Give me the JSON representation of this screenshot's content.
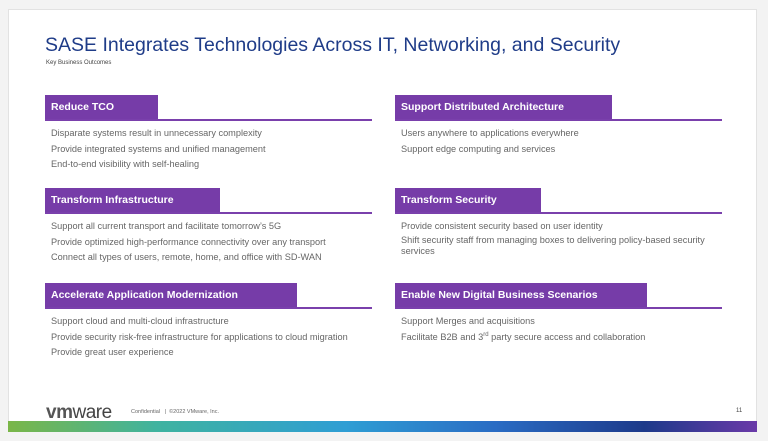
{
  "title": "SASE Integrates Technologies Across IT, Networking, and Security",
  "subtitle": "Key Business Outcomes",
  "sections": [
    {
      "heading": "Reduce TCO",
      "items": [
        "Disparate systems result in unnecessary complexity",
        "Provide integrated systems and unified management",
        "End-to-end visibility with self-healing"
      ]
    },
    {
      "heading": "Support Distributed Architecture",
      "items": [
        "Users anywhere to applications everywhere",
        "Support edge computing and services"
      ]
    },
    {
      "heading": "Transform Infrastructure",
      "items": [
        "Support all current  transport and facilitate tomorrow’s 5G",
        "Provide optimized high-performance connectivity over any transport",
        "Connect all types of users, remote, home, and office with SD-WAN"
      ]
    },
    {
      "heading": "Transform Security",
      "items": [
        "Provide consistent security based on user identity",
        "Shift security staff from managing boxes to delivering policy-based security",
        "services"
      ]
    },
    {
      "heading": "Accelerate Application Modernization",
      "items": [
        "Support cloud and multi-cloud infrastructure",
        "Provide security risk-free infrastructure for applications to cloud migration",
        "Provide great user experience"
      ]
    },
    {
      "heading": "Enable New Digital Business Scenarios",
      "items": [
        "Support Merges and acquisitions"
      ],
      "item_b2b": {
        "pre": "Facilitate B2B and 3",
        "sup": "rd",
        "post": " party secure access and collaboration"
      }
    }
  ],
  "footer": {
    "logo": "vmware",
    "logo_bold": "vm",
    "logo_rest": "ware",
    "confidential": "Confidential   |  ©2022 VMware, Inc.",
    "page": "11"
  },
  "colors": {
    "accent": "#763ca8",
    "title": "#1f3c88"
  }
}
